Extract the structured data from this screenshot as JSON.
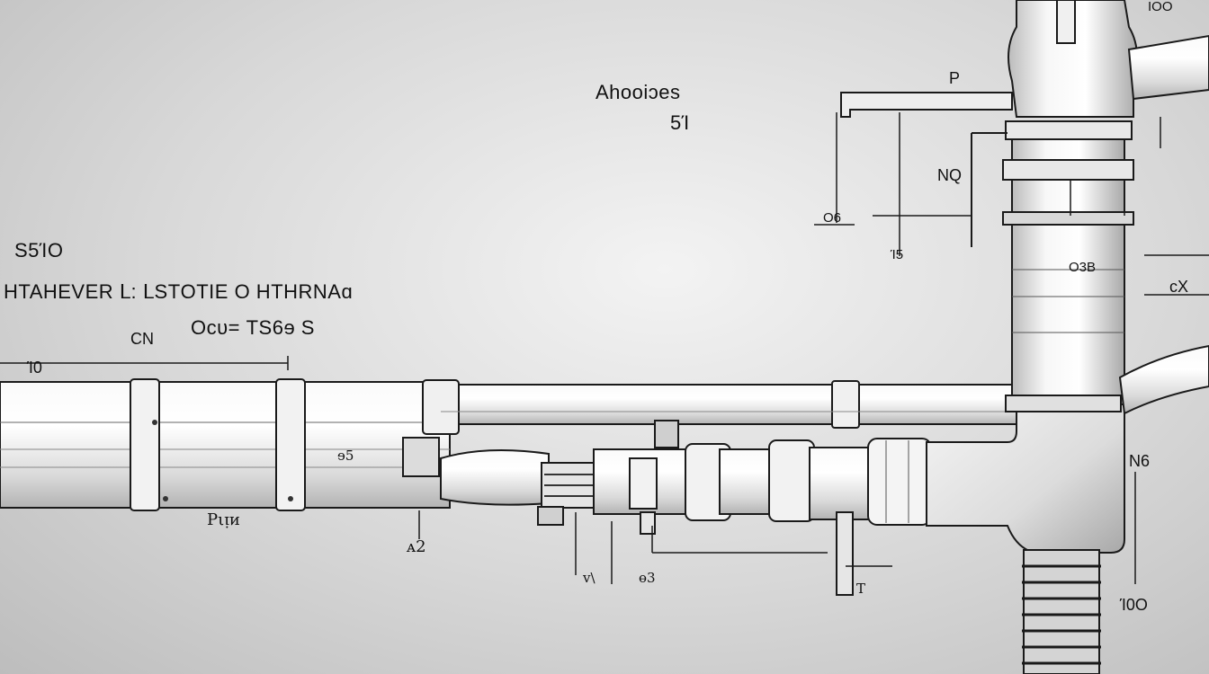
{
  "labels": {
    "top_center": "Ahooiɔes",
    "top_center_sub": "5Ί",
    "left_code": "S5ΊO",
    "left_title": "ΗΤΑΗΕVΕR Ⅼ: ⅬSΤOΤΙΕ O ΗΤΗRNΑɑ",
    "left_formula": "Oᴄᴜ= ΤS6ɘ S",
    "left_note": "CΝ",
    "left_dim": "Ί0",
    "pipe_mark": "ɘ5",
    "under_pipe_a": "Pιᴉᴎ",
    "under_pipe_b": "ᴀ2",
    "under_pipe_c": "ᴠ\\",
    "under_pipe_d": "ɵ3",
    "under_pipe_e": "Τ",
    "right_p": "P",
    "right_nq": "NQ",
    "right_os": "O6",
    "right_t": "Ί5",
    "right_osb": "O3B",
    "right_cx": "ᴄX",
    "right_n6": "Ν6",
    "right_n0": "Ί0O",
    "top_right": "ΙOO"
  },
  "colors": {
    "ink": "#151515",
    "pipe_fill": "#ececec",
    "pipe_shade": "#bdbdbd"
  }
}
